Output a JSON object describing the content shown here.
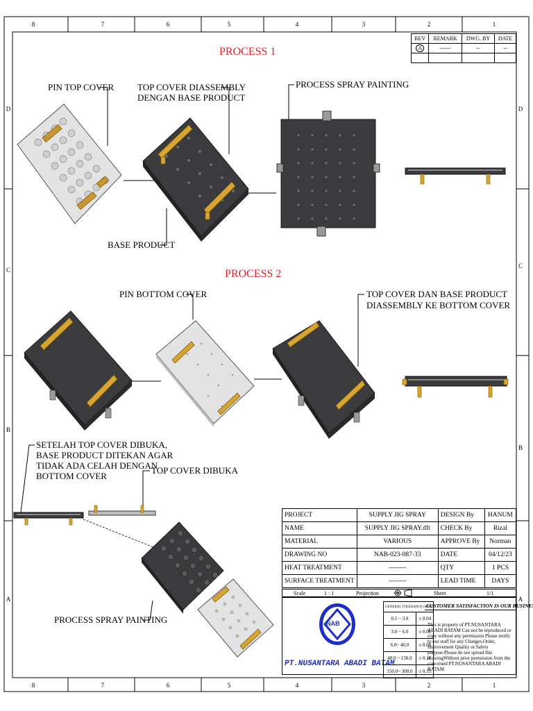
{
  "border": {
    "columns": [
      "8",
      "7",
      "6",
      "5",
      "4",
      "3",
      "2",
      "1"
    ],
    "rows": [
      "D",
      "C",
      "B",
      "A"
    ]
  },
  "revision_table": {
    "headers": [
      "REV",
      "REMARK",
      "DWG. BY",
      "DATE"
    ],
    "row": [
      "A",
      "------",
      "--",
      "--"
    ]
  },
  "process1": {
    "title": "PROCESS 1",
    "pin_top_cover": "PIN TOP COVER",
    "top_cover_diassembly_line1": "TOP COVER DIASSEMBLY",
    "top_cover_diassembly_line2": "DENGAN BASE PRODUCT",
    "process_spray_painting": "PROCESS SPRAY PAINTING",
    "base_product": "BASE PRODUCT"
  },
  "process2": {
    "title": "PROCESS 2",
    "pin_bottom_cover": "PIN BOTTOM COVER",
    "top_cover_dan_base_line1": "TOP COVER DAN BASE PRODUCT",
    "top_cover_dan_base_line2": "DIASSEMBLY KE BOTTOM COVER"
  },
  "process3": {
    "setelah_line1": "SETELAH TOP COVER DIBUKA,",
    "setelah_line2": "BASE PRODUCT DITEKAN AGAR",
    "setelah_line3": "TIDAK ADA CELAH DENGAN",
    "setelah_line4": "BOTTOM COVER",
    "top_cover_dibuka": "TOP COVER DIBUKA",
    "process_spray_painting": "PROCESS SPRAY PAINTING"
  },
  "title_block": {
    "project_label": "PROJECT",
    "project_value": "SUPPLY JIG SPRAY",
    "name_label": "NAME",
    "name_value": "SUPPLY JIG SPRAY.dft",
    "material_label": "MATERIAL",
    "material_value": "VARIOUS",
    "drawing_no_label": "DRAWING NO",
    "drawing_no_value": "NAB-023-087-33",
    "heat_label": "HEAT TREATMENT",
    "heat_value": "--------",
    "surface_label": "SURFACE TREATMENT",
    "surface_value": "--------",
    "design_label": "DESIGN By",
    "design_value": "HANUM",
    "check_label": "CHECK By",
    "check_value": "Rizal",
    "approve_label": "APPROVE By",
    "approve_value": "Norman",
    "date_label": "DATE",
    "date_value": "04/12/23",
    "qty_label": "QTY",
    "qty_value": "1 PCS",
    "lead_label": "LEAD TIME",
    "lead_value": "DAYS",
    "scale_label": "Scale",
    "scale_value": "1 : 1",
    "projection_label": "Projection",
    "sheet_label": "Sheet",
    "sheet_value": "1/1"
  },
  "tolerance": {
    "header": "GENERAL TOLERANCE (MM)",
    "rows": [
      [
        "0.5 ~ 3.0",
        "± 0.04"
      ],
      [
        "3.0 ~ 6.0",
        "± 0.06"
      ],
      [
        "6.0~ 40.0",
        "± 0.08"
      ],
      [
        "40.0 ~ 150.0",
        "± 0.10"
      ],
      [
        "150.0~ 300.0",
        "± 0.15"
      ]
    ]
  },
  "slogan": "CUSTOMER SATISFACTION IS OUR BUSINESS",
  "property_note": "This is property of PT.NUSANTARA ABADI BATAM Can not be reproduced or copy without any permission Please notify to our staff for any Changes,Order, Improvement Quality or Safety purpose.Please do not spread this drawingWithout prior permission from the concerned PT.NUSANTARA ABADI BATAM.",
  "logo_text": "NAB",
  "company": "PT.NUSANTARA ABADI BATAM",
  "colors": {
    "accent_red": "#e0202a",
    "company_blue": "#1d2fc5",
    "jig_dark": "#3b3b3d",
    "jig_gold": "#d8a531",
    "plate_light": "#d9d9d9"
  }
}
